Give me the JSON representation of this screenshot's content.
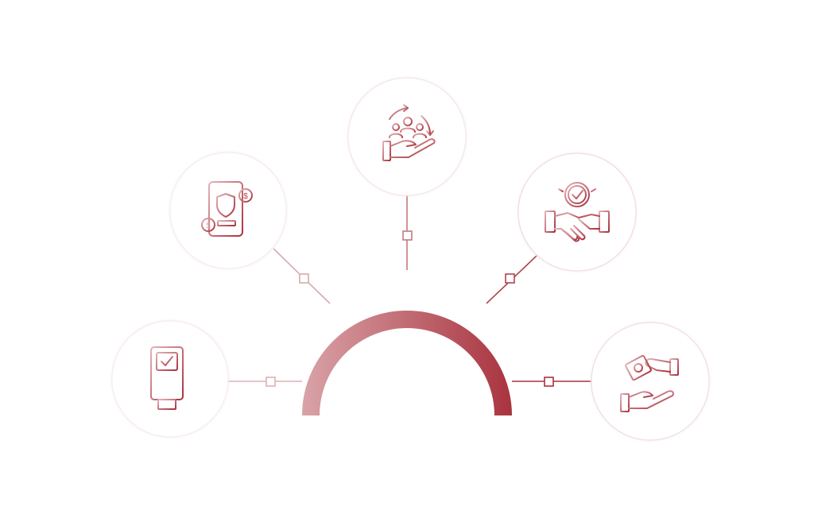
{
  "theme": {
    "accent_dark": "#a8323d",
    "accent_light": "#d9a3a8",
    "circle_border": "#f1dfe1",
    "background": "#ffffff"
  },
  "hub": {
    "shape": "semicircle-arc",
    "gradient": [
      "#d9a3a8",
      "#a8323d"
    ]
  },
  "nodes": [
    {
      "id": "payment-terminal",
      "icon": "payment-terminal-icon"
    },
    {
      "id": "mobile-insurance",
      "icon": "mobile-insurance-icon"
    },
    {
      "id": "customer-care",
      "icon": "customer-care-icon"
    },
    {
      "id": "agreement",
      "icon": "handshake-approved-icon"
    },
    {
      "id": "cash-payment",
      "icon": "cash-payment-icon"
    }
  ]
}
